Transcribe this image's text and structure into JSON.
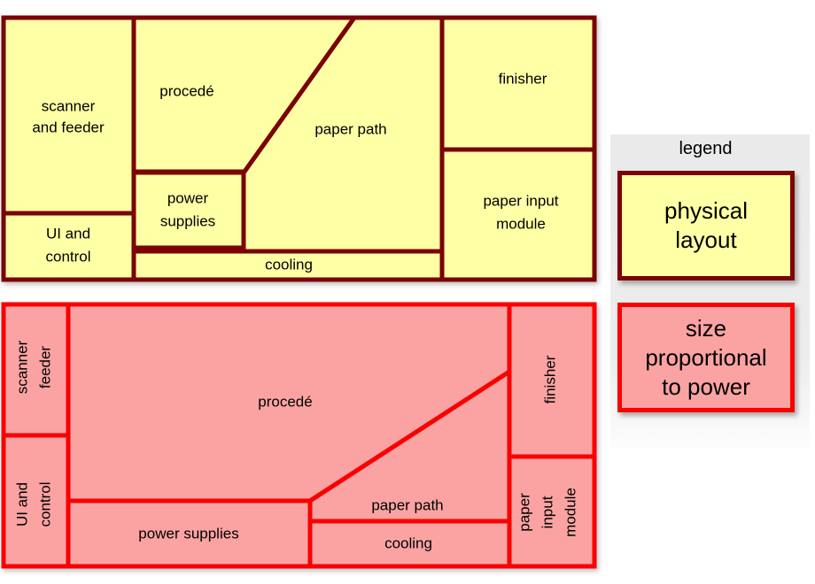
{
  "colors": {
    "physical_fill": "#FFFFA6",
    "physical_border": "#7B0304",
    "power_fill": "#FBA3A3",
    "power_border": "#FA0000",
    "text": "#000000",
    "legend_panel": "#EDEDED"
  },
  "physical_diagram": {
    "regions": [
      {
        "id": "scanner-feeder",
        "label": "scanner and feeder",
        "lines": [
          "scanner",
          "and feeder"
        ]
      },
      {
        "id": "ui-control",
        "label": "UI and control",
        "lines": [
          "UI and",
          "control"
        ]
      },
      {
        "id": "procede",
        "label": "procedé",
        "lines": [
          "procedé"
        ]
      },
      {
        "id": "paper-path",
        "label": "paper path",
        "lines": [
          "paper path"
        ]
      },
      {
        "id": "power-supplies",
        "label": "power supplies",
        "lines": [
          "power",
          "supplies"
        ]
      },
      {
        "id": "cooling",
        "label": "cooling",
        "lines": [
          "cooling"
        ]
      },
      {
        "id": "finisher",
        "label": "finisher",
        "lines": [
          "finisher"
        ]
      },
      {
        "id": "paper-input-module",
        "label": "paper input module",
        "lines": [
          "paper input",
          "module"
        ]
      }
    ]
  },
  "power_diagram": {
    "regions": [
      {
        "id": "scanner-feeder",
        "label": "scanner feeder",
        "lines": [
          "scanner",
          "feeder"
        ]
      },
      {
        "id": "ui-control",
        "label": "UI and control",
        "lines": [
          "UI and",
          "control"
        ]
      },
      {
        "id": "procede",
        "label": "procedé",
        "lines": [
          "procedé"
        ]
      },
      {
        "id": "paper-path",
        "label": "paper path",
        "lines": [
          "paper path"
        ]
      },
      {
        "id": "power-supplies",
        "label": "power supplies",
        "lines": [
          "power supplies"
        ]
      },
      {
        "id": "cooling",
        "label": "cooling",
        "lines": [
          "cooling"
        ]
      },
      {
        "id": "finisher",
        "label": "finisher",
        "lines": [
          "finisher"
        ]
      },
      {
        "id": "paper-input-module",
        "label": "paper input module",
        "lines": [
          "paper",
          "input",
          "module"
        ]
      }
    ]
  },
  "legend": {
    "title": "legend",
    "items": [
      {
        "label": "physical layout",
        "lines": [
          "physical",
          "layout"
        ]
      },
      {
        "label": "size proportional to power",
        "lines": [
          "size",
          "proportional",
          "to power"
        ]
      }
    ]
  }
}
